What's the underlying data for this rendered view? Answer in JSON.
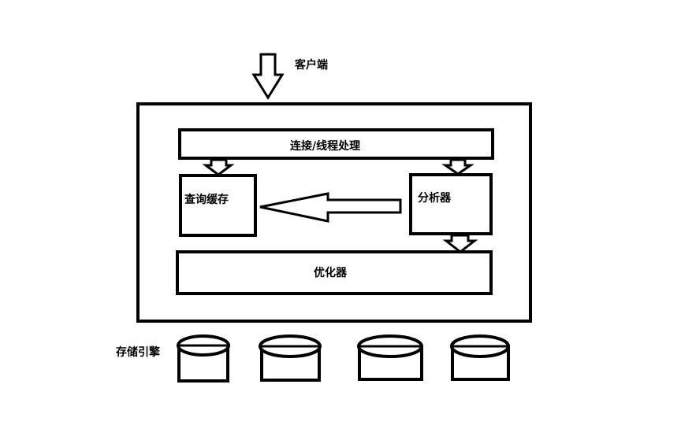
{
  "diagram": {
    "client_label": "客户端",
    "connection_label": "连接/线程处理",
    "query_cache_label": "查询缓存",
    "parser_label": "分析器",
    "optimizer_label": "优化器",
    "storage_engine_label": "存储引擎",
    "storage_engine_count": 4
  }
}
